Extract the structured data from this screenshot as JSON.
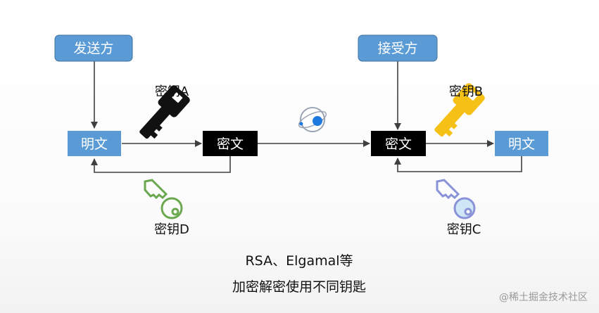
{
  "boxes": {
    "sender": "发送方",
    "receiver": "接受方",
    "plaintext_left": "明文",
    "ciphertext_left": "密文",
    "ciphertext_right": "密文",
    "plaintext_right": "明文"
  },
  "keys": {
    "a": {
      "label": "密钥A",
      "color": "#111111"
    },
    "b": {
      "label": "密钥B",
      "color": "#f5c116"
    },
    "c": {
      "label": "密钥C",
      "color": "#8a93d8"
    },
    "d": {
      "label": "密钥D",
      "color": "#6aa84f"
    }
  },
  "captions": {
    "line1": "RSA、Elgamal等",
    "line2": "加密解密使用不同钥匙"
  },
  "watermark": "@稀土掘金技术社区",
  "colors": {
    "blue_box": "#5b9bd5",
    "black_box": "#000000",
    "arrow": "#404040"
  }
}
